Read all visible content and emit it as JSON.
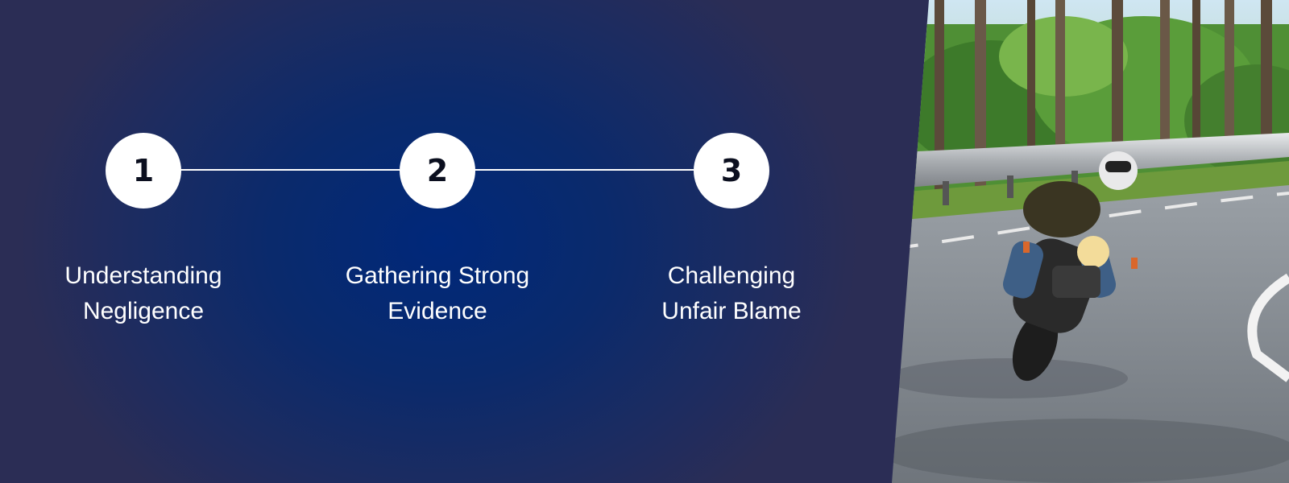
{
  "steps": [
    {
      "number": "1",
      "label_line1": "Understanding",
      "label_line2": "Negligence"
    },
    {
      "number": "2",
      "label_line1": "Gathering Strong",
      "label_line2": "Evidence"
    },
    {
      "number": "3",
      "label_line1": "Challenging",
      "label_line2": "Unfair Blame"
    }
  ],
  "theme": {
    "background_center": "#00287a",
    "background_edge": "#2b2d55",
    "circle_fill": "#ffffff",
    "text_color": "#ffffff"
  }
}
